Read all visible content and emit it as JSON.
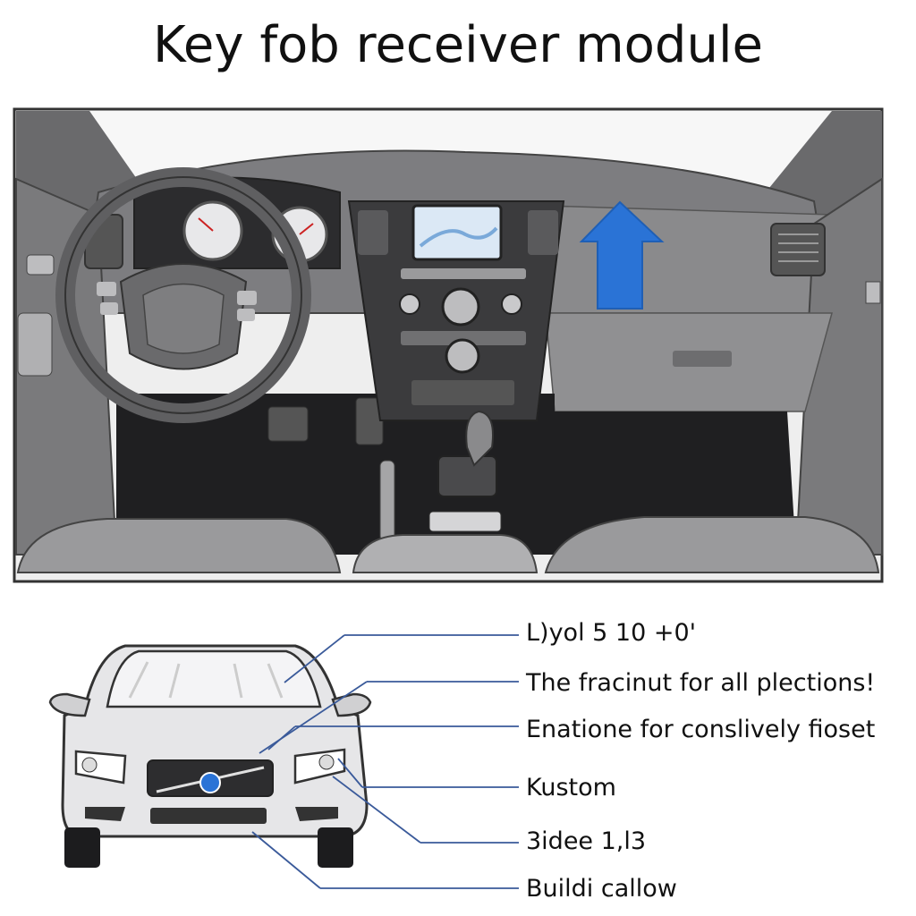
{
  "title": "Key fob receiver module",
  "colors": {
    "arrow": "#2a73d6",
    "leader_line": "#3a5a9a",
    "dash_dark": "#3d3d3f",
    "dash_mid": "#6e6e70",
    "dash_light": "#9c9c9e",
    "floor": "#1f1f21"
  },
  "callouts": [
    "L)yol 5 10 +0'",
    "The fracinut for all plections!",
    "Enatione for conslively fioset",
    "Kustom",
    "3idee 1,l3",
    "Buildi callow"
  ],
  "icons": {
    "arrow": "up-arrow-icon",
    "car": "car-front-icon",
    "steering": "steering-wheel-icon"
  }
}
